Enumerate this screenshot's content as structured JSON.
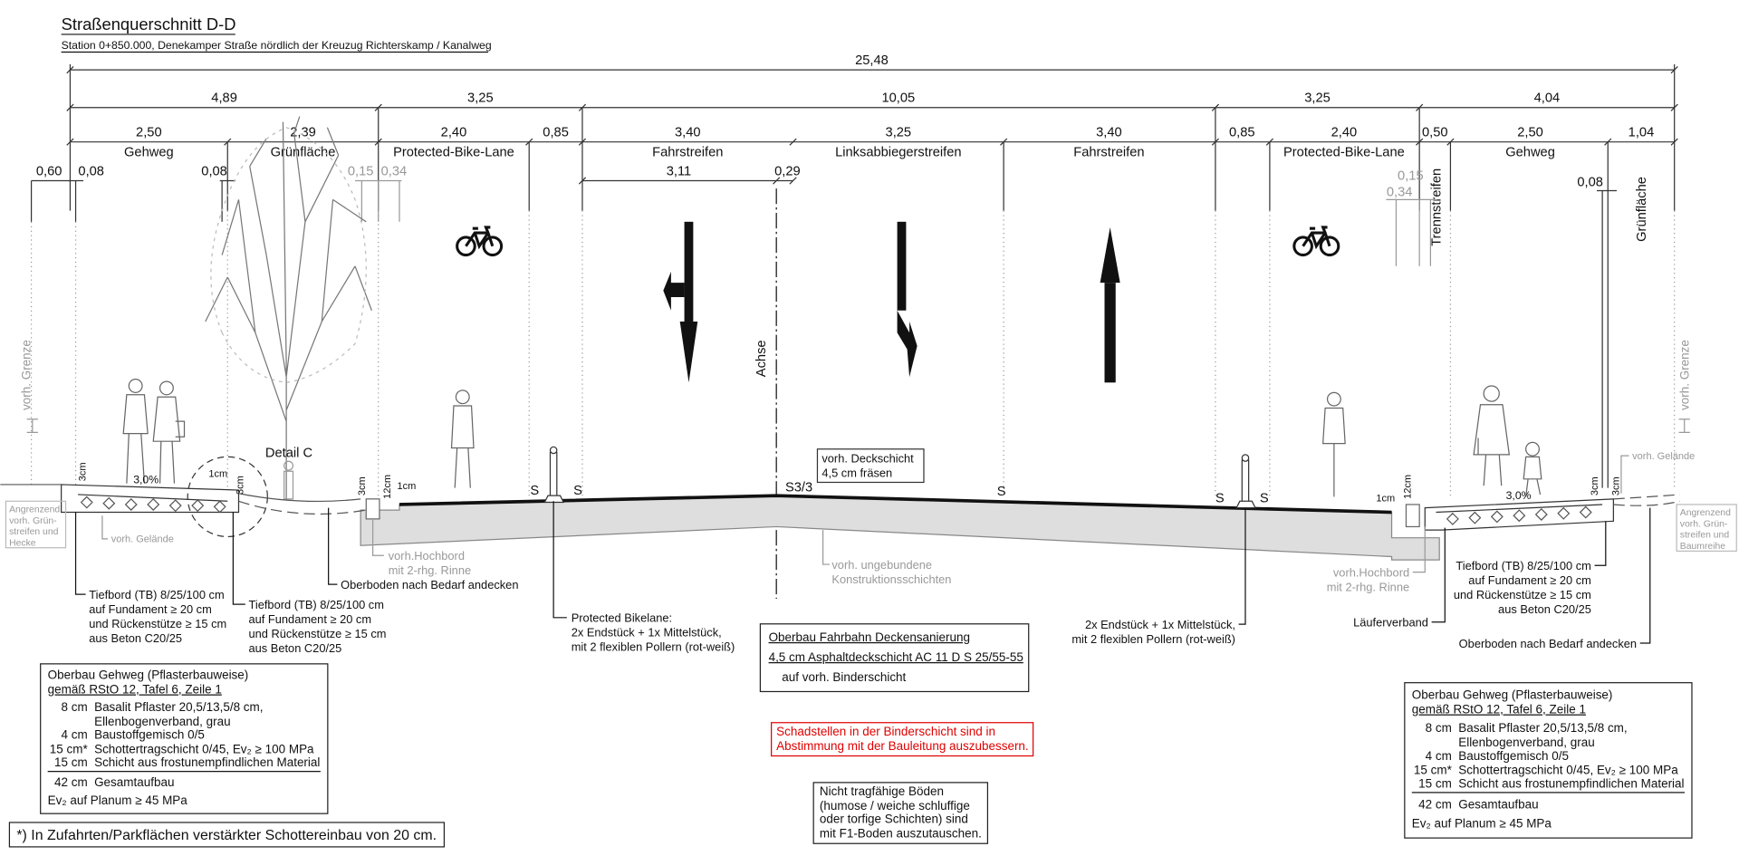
{
  "header": {
    "title": "Straßenquerschnitt D-D",
    "subtitle": "Station 0+850.000, Denekamper Straße nördlich der Kreuzug Richterskamp / Kanalweg"
  },
  "dimensions": {
    "total": "25,48",
    "level2": [
      "4,89",
      "3,25",
      "10,05",
      "3,25",
      "4,04"
    ],
    "level3": [
      "2,50",
      "2,39",
      "2,40",
      "0,85",
      "3,40",
      "3,25",
      "3,40",
      "0,85",
      "2,40",
      "0,50",
      "2,50",
      "1,04"
    ],
    "level4": {
      "a": "0,60",
      "b": "0,08",
      "c": "0,08",
      "d": "0,15",
      "e": "0,34",
      "f": "3,11",
      "g": "0,29",
      "h": "0,15",
      "i": "0,34",
      "j": "0,08"
    }
  },
  "zones": {
    "gehweg_l": "Gehweg",
    "gruen_l": "Grünfläche",
    "pbl_l": "Protected-Bike-Lane",
    "fahr_l": "Fahrstreifen",
    "links": "Linksabbiegerstreifen",
    "fahr_r": "Fahrstreifen",
    "pbl_r": "Protected-Bike-Lane",
    "trenn": "Trennstreifen",
    "gehweg_r": "Gehweg",
    "gruen_r": "Grünfläche"
  },
  "drawing": {
    "achse": "Achse",
    "grenze": "vorh. Grenze",
    "detail": "Detail C",
    "slope": "3,0%",
    "cm3": "3cm",
    "cm1": "1cm",
    "cm12": "12cm",
    "s": "S",
    "s33": "S3/3",
    "gelaende": "vorh. Gelände",
    "angrenzend_l": [
      "Angrenzend",
      "vorh. Grün-",
      "streifen und",
      "Hecke"
    ],
    "angrenzend_r": [
      "Angrenzend",
      "vorh. Grün-",
      "streifen und",
      "Baumreihe"
    ],
    "hochbord": [
      "vorh.Hochbord",
      "mit 2-rhg. Rinne"
    ],
    "ungebunden": [
      "vorh. ungebundene",
      "Konstruktionsschichten"
    ],
    "deckschicht": [
      "vorh. Deckschicht",
      "4,5 cm fräsen"
    ]
  },
  "callouts": {
    "tiefbord": [
      "Tiefbord (TB) 8/25/100 cm",
      "auf Fundament ≥ 20 cm",
      "und Rückenstütze ≥ 15 cm",
      "aus Beton C20/25"
    ],
    "oberboden": "Oberboden nach Bedarf andecken",
    "pbl_left": [
      "Protected Bikelane:",
      "2x Endstück + 1x Mittelstück,",
      "mit 2 flexiblen Pollern (rot-weiß)"
    ],
    "pbl_right": [
      "2x Endstück + 1x Mittelstück,",
      "mit 2 flexiblen Pollern (rot-weiß)"
    ],
    "laeufer": "Läuferverband"
  },
  "gehweg_box": {
    "title": "Oberbau Gehweg (Pflasterbauweise)",
    "ref": "gemäß RStO 12, Tafel 6, Zeile 1",
    "rows": [
      {
        "t": "8 cm",
        "d": "Basalit Pflaster 20,5/13,5/8 cm,"
      },
      {
        "t": "",
        "d": "Ellenbogenverband, grau"
      },
      {
        "t": "4 cm",
        "d": "Baustoffgemisch 0/5"
      },
      {
        "t": "15 cm*",
        "d": "Schottertragschicht 0/45, Ev₂ ≥ 100 MPa"
      },
      {
        "t": "15 cm",
        "d": "Schicht aus frostunempfindlichen Material"
      }
    ],
    "total_t": "42 cm",
    "total_d": "Gesamtaufbau",
    "planum": "Ev₂ auf Planum ≥ 45 MPa"
  },
  "footnote": "*) In Zufahrten/Parkflächen verstärkter Schottereinbau von 20 cm.",
  "fahrbahn_box": {
    "title": "Oberbau Fahrbahn Deckensanierung",
    "line1": "4,5 cm  Asphaltdeckschicht AC 11 D S 25/55-55",
    "line2": "auf vorh. Binderschicht"
  },
  "warning": [
    "Schadstellen in der Binderschicht sind in",
    "Abstimmung mit der Bauleitung auszubessern."
  ],
  "soil_note": [
    "Nicht tragfähige Böden",
    "(humose / weiche schluffige",
    "oder torfige Schichten) sind",
    "mit F1-Boden auszutauschen."
  ],
  "colors": {
    "warning": "#e00000",
    "gray": "#999999",
    "base": "#dedede"
  }
}
